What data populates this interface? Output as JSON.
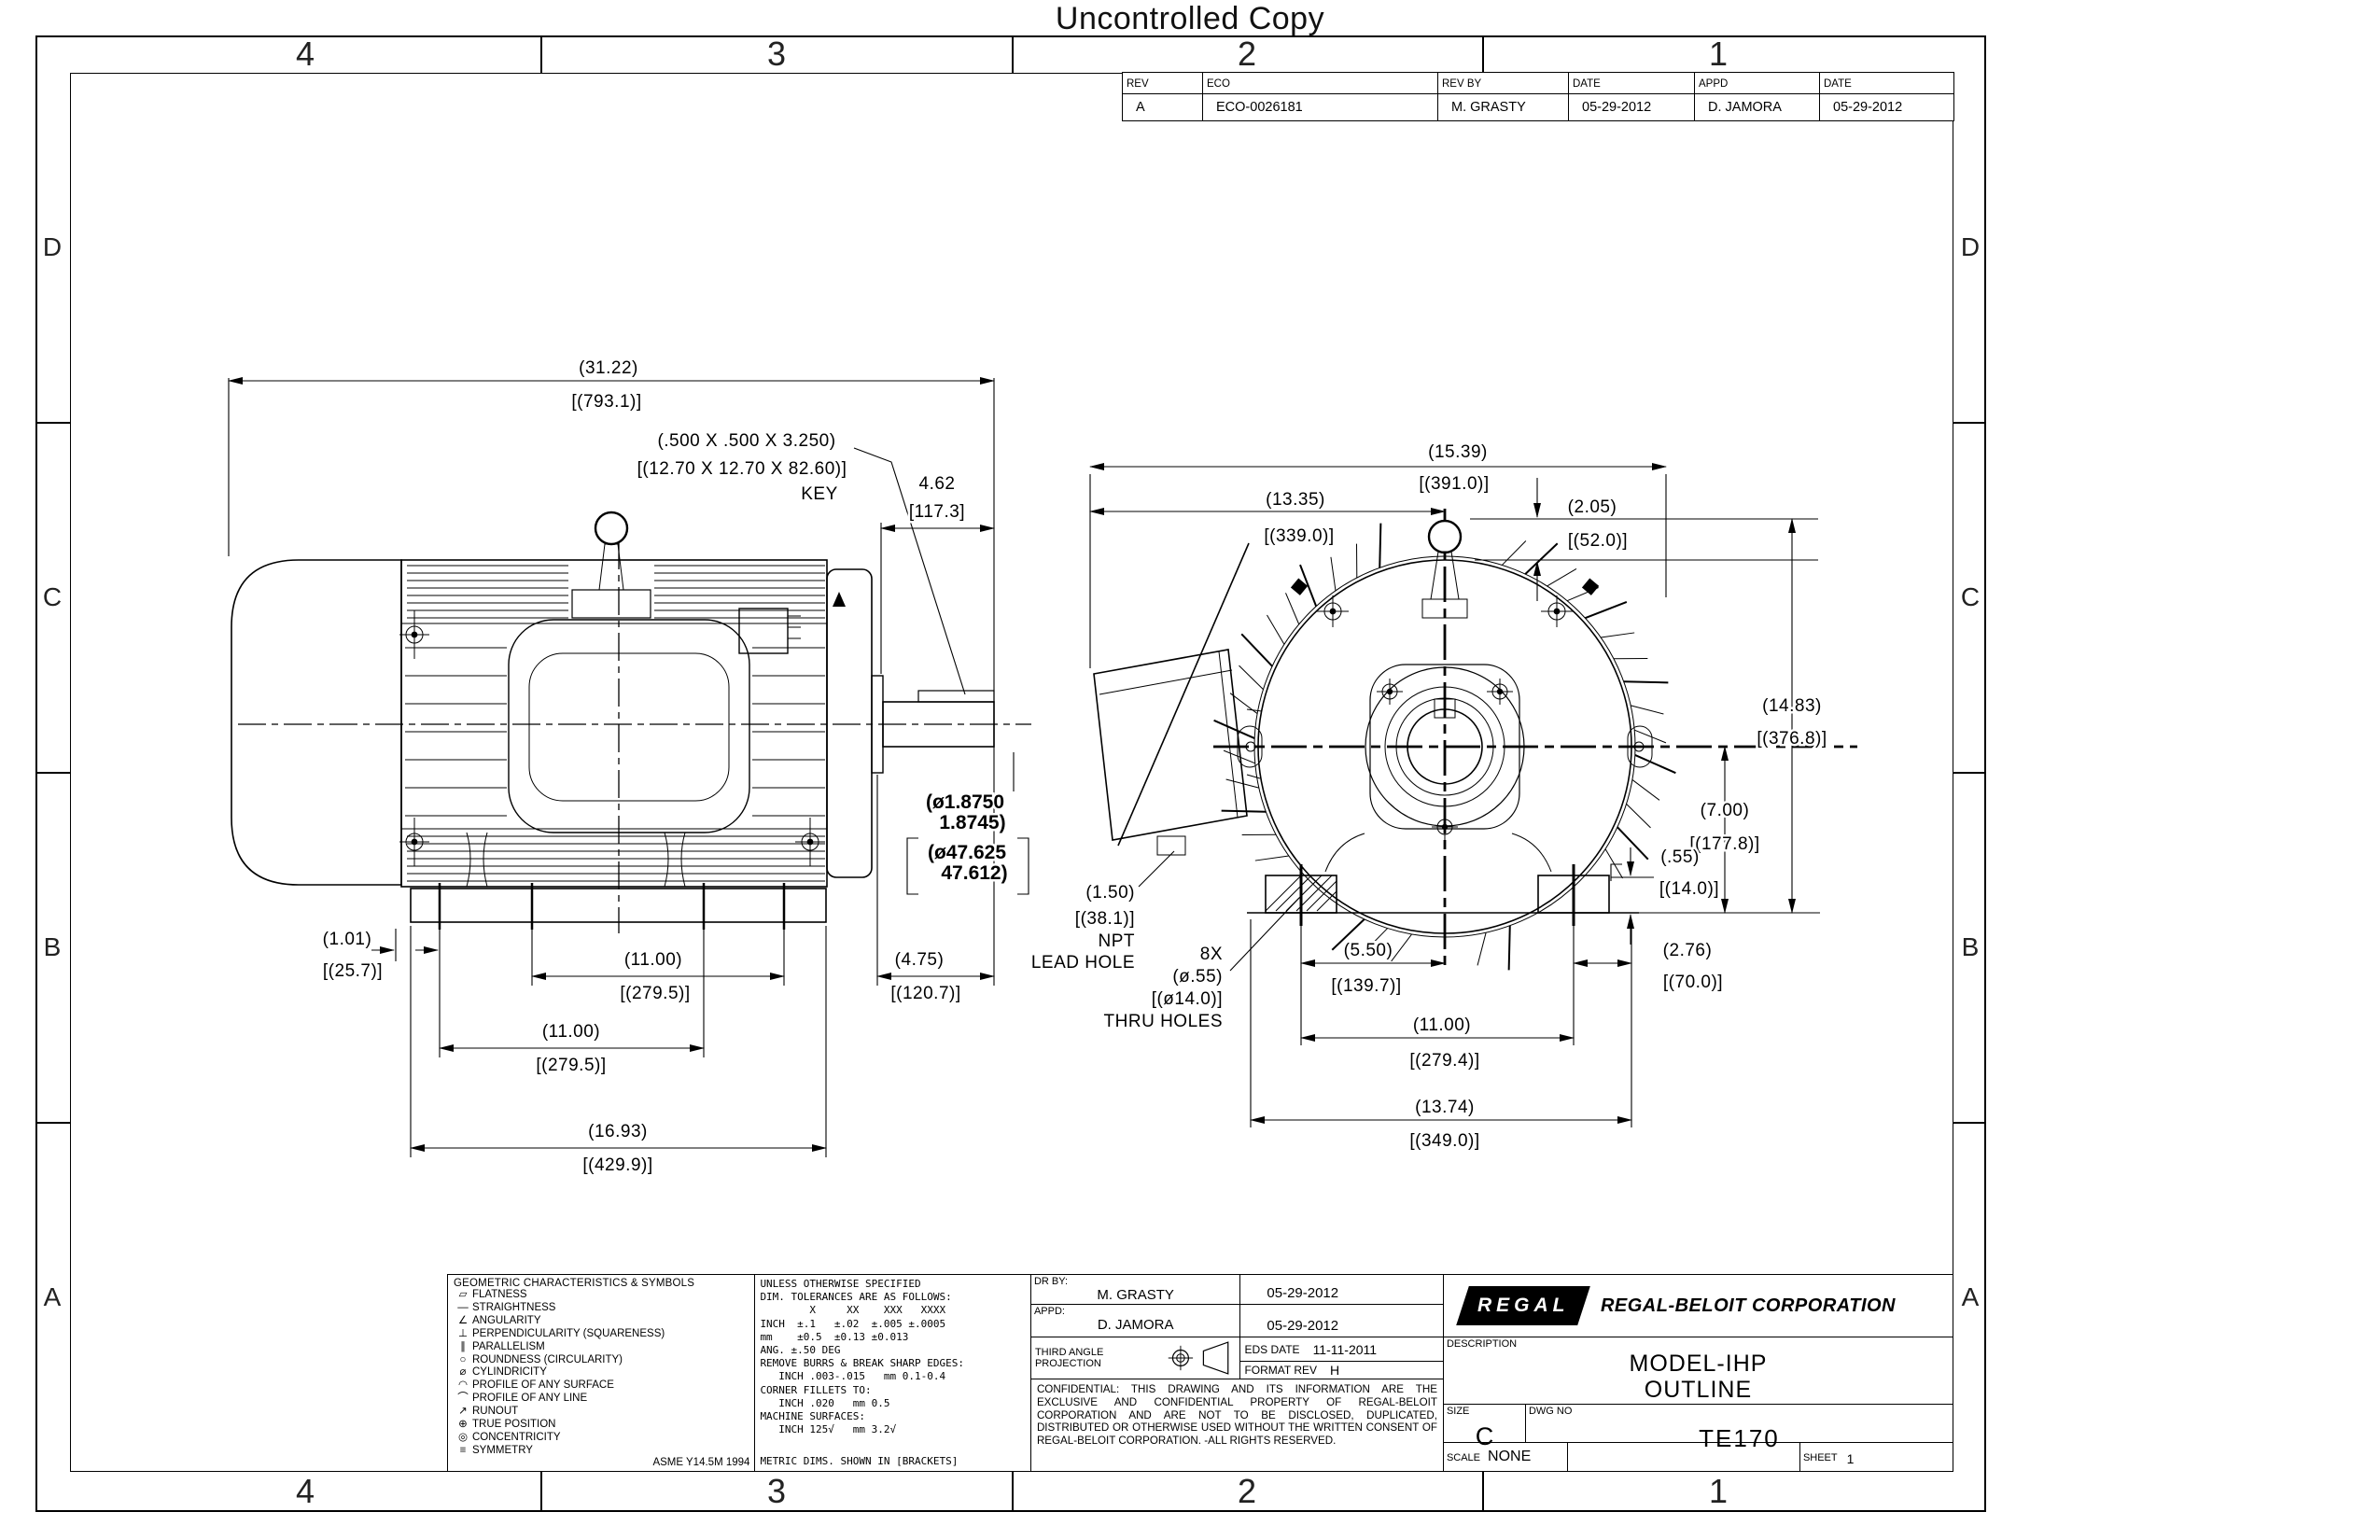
{
  "page": {
    "title": "Uncontrolled Copy"
  },
  "zones": {
    "cols": [
      "4",
      "3",
      "2",
      "1"
    ],
    "rows": [
      "D",
      "C",
      "B",
      "A"
    ]
  },
  "revision_table": {
    "headers": [
      "REV",
      "ECO",
      "REV BY",
      "DATE",
      "APPD",
      "DATE"
    ],
    "row": [
      "A",
      "ECO-0026181",
      "M. GRASTY",
      "05-29-2012",
      "D. JAMORA",
      "05-29-2012"
    ]
  },
  "dims": {
    "side": {
      "overall": [
        "(31.22)",
        "[(793.1)]"
      ],
      "key": [
        "(.500 X .500 X 3.250)",
        "[(12.70 X 12.70 X 82.60)]",
        "KEY"
      ],
      "shaft_len": [
        "4.62",
        "[117.3]"
      ],
      "shaft_dia": [
        "(ø1.8750",
        "1.8745)",
        "(ø47.625",
        "47.612)"
      ],
      "base_edge": [
        "(1.01)",
        "[(25.7)]"
      ],
      "bolt_span_a": [
        "(11.00)",
        "[(279.5)]"
      ],
      "bolt_span_b": [
        "(11.00)",
        "[(279.5)]"
      ],
      "base_len": [
        "(16.93)",
        "[(429.9)]"
      ],
      "overhang": [
        "(4.75)",
        "[(120.7)]"
      ]
    },
    "end": {
      "overall_w": [
        "(15.39)",
        "[(391.0)]"
      ],
      "box_to_ctr": [
        "(13.35)",
        "[(339.0)]"
      ],
      "eye_ht": [
        "(2.05)",
        "[(52.0)]"
      ],
      "overall_ht": [
        "(14.83)",
        "[(376.8)]"
      ],
      "ctr_ht": [
        "(7.00)",
        "[(177.8)]"
      ],
      "foot_thk": [
        "(.55)",
        "[(14.0)]"
      ],
      "lead_hole": [
        "(1.50)",
        "[(38.1)]",
        "NPT",
        "LEAD HOLE"
      ],
      "thru_holes": [
        "8X",
        "(ø.55)",
        "[(ø14.0)]",
        "THRU HOLES"
      ],
      "bolt_ctr": [
        "(5.50)",
        "[(139.7)]"
      ],
      "foot_edge": [
        "(2.76)",
        "[(70.0)]"
      ],
      "bolt_span": [
        "(11.00)",
        "[(279.4)]"
      ],
      "base_w": [
        "(13.74)",
        "[(349.0)]"
      ]
    }
  },
  "symbols_block": {
    "title": "GEOMETRIC CHARACTERISTICS & SYMBOLS",
    "items": [
      {
        "sym": "▱",
        "label": "FLATNESS"
      },
      {
        "sym": "—",
        "label": "STRAIGHTNESS"
      },
      {
        "sym": "∠",
        "label": "ANGULARITY"
      },
      {
        "sym": "⊥",
        "label": "PERPENDICULARITY (SQUARENESS)"
      },
      {
        "sym": "∥",
        "label": "PARALLELISM"
      },
      {
        "sym": "○",
        "label": "ROUNDNESS (CIRCULARITY)"
      },
      {
        "sym": "⌀",
        "label": "CYLINDRICITY"
      },
      {
        "sym": "◠",
        "label": "PROFILE OF ANY SURFACE"
      },
      {
        "sym": "⌒",
        "label": "PROFILE OF ANY LINE"
      },
      {
        "sym": "↗",
        "label": "RUNOUT"
      },
      {
        "sym": "⊕",
        "label": "TRUE POSITION"
      },
      {
        "sym": "◎",
        "label": "CONCENTRICITY"
      },
      {
        "sym": "≡",
        "label": "SYMMETRY"
      }
    ],
    "standard": "ASME Y14.5M 1994"
  },
  "tolerance_block": {
    "lines": [
      "UNLESS OTHERWISE SPECIFIED",
      "DIM. TOLERANCES ARE AS FOLLOWS:",
      "        X     XX    XXX   XXXX",
      "INCH  ±.1   ±.02  ±.005 ±.0005",
      "mm    ±0.5  ±0.13 ±0.013",
      "ANG. ±.50 DEG",
      "REMOVE BURRS & BREAK SHARP EDGES:",
      "   INCH .003-.015   mm 0.1-0.4",
      "CORNER FILLETS TO:",
      "   INCH .020   mm 0.5",
      "MACHINE SURFACES:",
      "   INCH 125√   mm 3.2√"
    ],
    "metric_note": "METRIC DIMS. SHOWN IN [BRACKETS]"
  },
  "approval_block": {
    "dr_by_label": "DR BY:",
    "dr_by_name": "M. GRASTY",
    "dr_by_date": "05-29-2012",
    "appd_label": "APPD:",
    "appd_name": "D. JAMORA",
    "appd_date": "05-29-2012",
    "projection_label": "THIRD ANGLE PROJECTION",
    "eds_date_label": "EDS DATE",
    "eds_date": "11-11-2011",
    "format_rev_label": "FORMAT REV",
    "format_rev": "H",
    "confidential": "CONFIDENTIAL: THIS DRAWING AND ITS INFORMATION ARE THE EXCLUSIVE AND CONFIDENTIAL PROPERTY OF REGAL-BELOIT CORPORATION AND ARE NOT TO BE DISCLOSED, DUPLICATED, DISTRIBUTED OR OTHERWISE USED WITHOUT THE WRITTEN CONSENT OF REGAL-BELOIT CORPORATION. -ALL RIGHTS RESERVED."
  },
  "title_block": {
    "logo_text": "REGAL",
    "company": "REGAL-BELOIT CORPORATION",
    "description_label": "DESCRIPTION",
    "description_line1": "MODEL-IHP",
    "description_line2": "OUTLINE",
    "size_label": "SIZE",
    "size": "C",
    "dwg_no_label": "DWG NO",
    "dwg_no": "TE170",
    "scale_label": "SCALE",
    "scale": "NONE",
    "sheet_label": "SHEET",
    "sheet": "1"
  }
}
